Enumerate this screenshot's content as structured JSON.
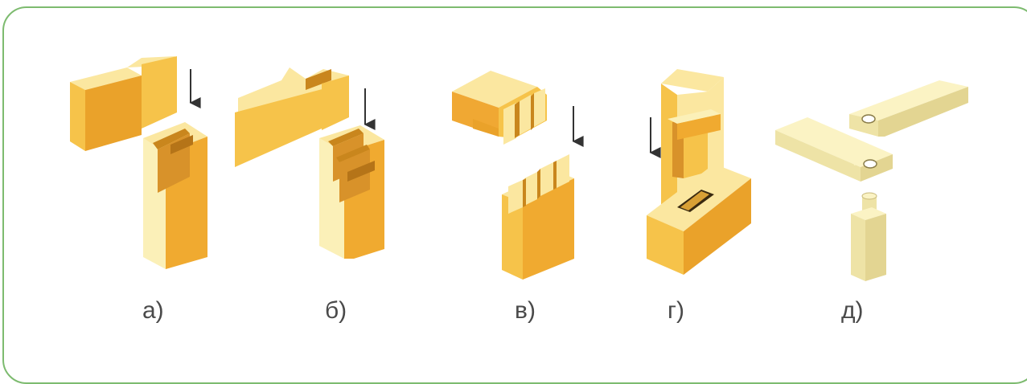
{
  "figure": {
    "labels": [
      "а)",
      "б)",
      "в)",
      "г)",
      "д)"
    ]
  },
  "colors": {
    "border": "#7dbb6f",
    "wood_light": "#fbe7a0",
    "wood_mid": "#f6c34a",
    "wood_dark": "#eaa22a",
    "groove": "#c9861d",
    "pale_top": "#fbf3c4",
    "pale_side": "#eee3a6",
    "arrow": "#333333"
  }
}
